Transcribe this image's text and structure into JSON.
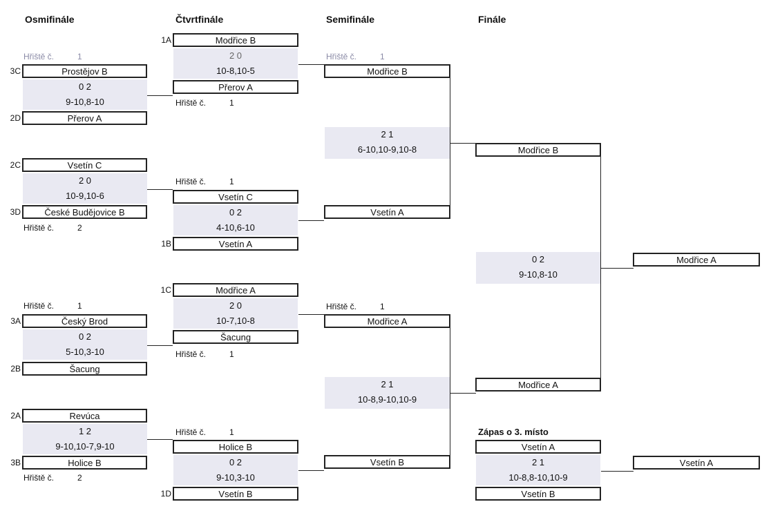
{
  "headers": {
    "round16": "Osmifinále",
    "quarter": "Čtvrtfinále",
    "semi": "Semifinále",
    "final": "Finále",
    "third": "Zápas o 3. místo"
  },
  "court_label": "Hřiště č.",
  "r16": [
    {
      "seed1": "3C",
      "team1": "Prostějov B",
      "sets": "0 2",
      "scores": "9-10,8-10",
      "seed2": "2D",
      "team2": "Přerov A",
      "court": "1"
    },
    {
      "seed1": "2C",
      "team1": "Vsetín C",
      "sets": "2 0",
      "scores": "10-9,10-6",
      "seed2": "3D",
      "team2": "České Budějovice B",
      "court": "2"
    },
    {
      "seed1": "3A",
      "team1": "Český Brod",
      "sets": "0 2",
      "scores": "5-10,3-10",
      "seed2": "2B",
      "team2": "Šacung",
      "court": "1"
    },
    {
      "seed1": "2A",
      "team1": "Revúca",
      "sets": "1 2",
      "scores": "9-10,10-7,9-10",
      "seed2": "3B",
      "team2": "Holice B",
      "court": "2"
    }
  ],
  "qf": [
    {
      "seed1": "1A",
      "team1": "Modřice B",
      "sets": "2 0",
      "scores": "10-8,10-5",
      "team2": "Přerov A",
      "court": "1"
    },
    {
      "team1": "Vsetín C",
      "sets": "0 2",
      "scores": "4-10,6-10",
      "seed2": "1B",
      "team2": "Vsetín A",
      "court": "1"
    },
    {
      "seed1": "1C",
      "team1": "Modřice A",
      "sets": "2 0",
      "scores": "10-7,10-8",
      "team2": "Šacung",
      "court": "1"
    },
    {
      "team1": "Holice B",
      "sets": "0 2",
      "scores": "9-10,3-10",
      "seed2": "1D",
      "team2": "Vsetín B",
      "court": "1"
    }
  ],
  "sf": [
    {
      "team1": "Modřice B",
      "sets": "2 1",
      "scores": "6-10,10-9,10-8",
      "team2": "Vsetín A",
      "court": "1"
    },
    {
      "team1": "Modřice A",
      "sets": "2 1",
      "scores": "10-8,9-10,10-9",
      "team2": "Vsetín B",
      "court": "1"
    }
  ],
  "final": {
    "team1": "Modřice B",
    "sets": "0 2",
    "scores": "9-10,8-10",
    "team2": "Modřice A",
    "winner": "Modřice A"
  },
  "third": {
    "team1": "Vsetín A",
    "sets": "2 1",
    "scores": "10-8,8-10,10-9",
    "team2": "Vsetín B",
    "winner": "Vsetín A"
  }
}
